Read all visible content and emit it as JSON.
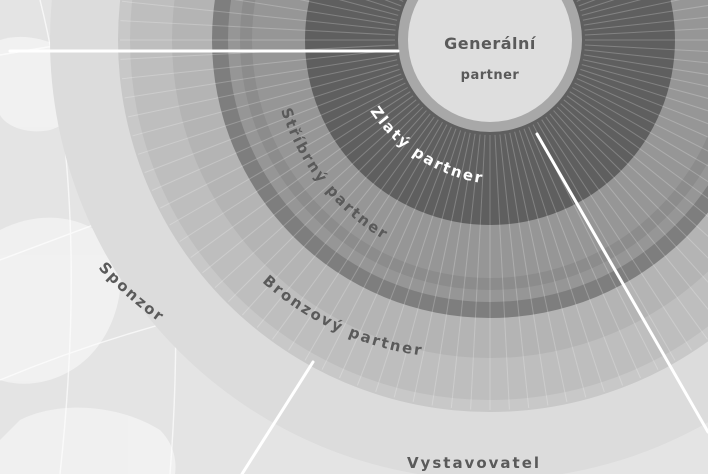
{
  "tiers": {
    "general": {
      "line1": "Generální",
      "line2": "partner"
    },
    "gold": "Zlatý partner",
    "silver": "Stříbrný partner",
    "bronze": "Bronzový partner",
    "sponsor": "Sponzor",
    "exhibitor": "Vystavovatel"
  },
  "colors": {
    "background": "#e4e4e4",
    "exhibitor": "#dcdcdc",
    "sponsor": "#c8c8c8",
    "bronze": "#b4b4b4",
    "silver_outer": "#7e7e7e",
    "silver": "#969696",
    "gold": "#5f5f5f",
    "center": "#dedede",
    "center_ring": "#a8a8a8",
    "text_dark": "#5a5a5a",
    "text_light": "#ffffff"
  }
}
